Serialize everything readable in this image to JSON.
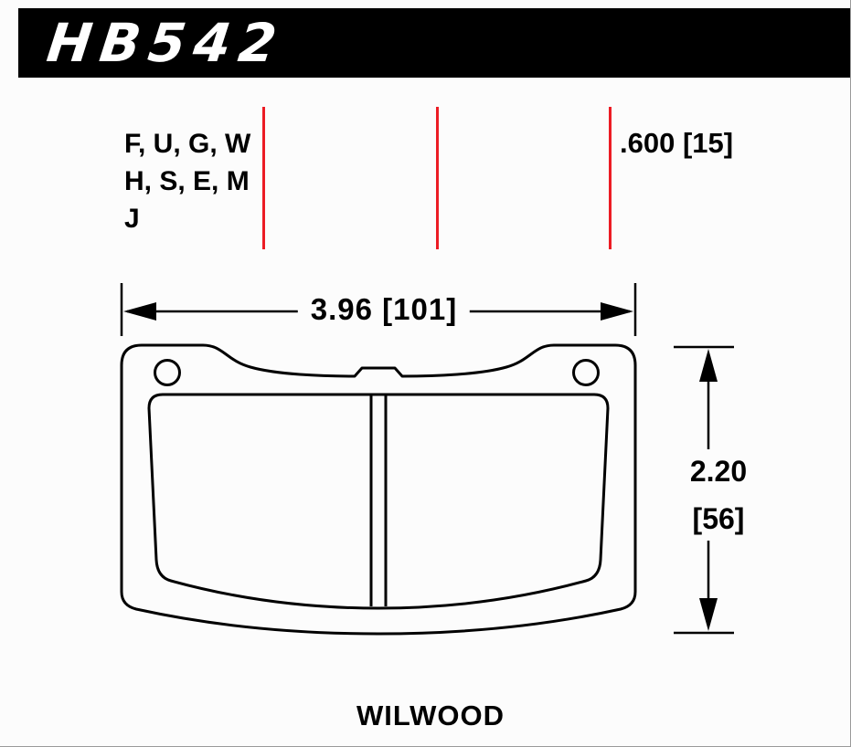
{
  "banner": {
    "part_number": "HB542"
  },
  "compound_codes": [
    "F, U, G, W",
    "H, S, E, M",
    "J"
  ],
  "dimensions": {
    "thickness_label": ".600 [15]",
    "width_label": "3.96 [101]",
    "height_label_in": "2.20",
    "height_label_mm": "[56]"
  },
  "footer": {
    "application": "WILWOOD"
  },
  "colors": {
    "banner_bg": "#000000",
    "banner_text": "#ffffff",
    "divider_red": "#ec1c24",
    "drawing_stroke": "#000000",
    "page_bg": "#fcfcfc"
  }
}
